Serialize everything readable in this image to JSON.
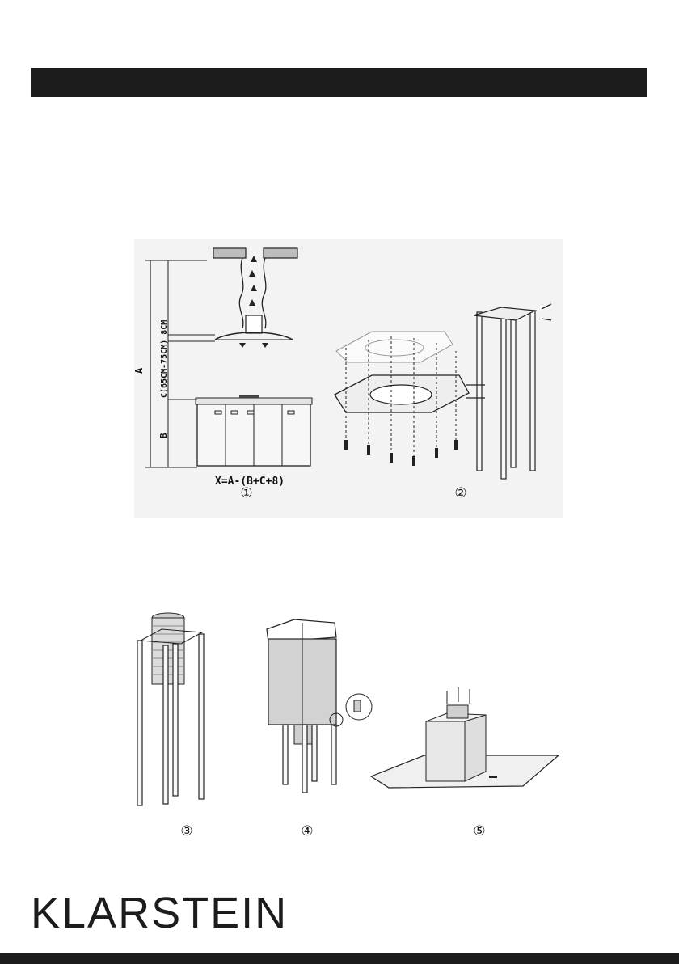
{
  "header": {
    "title": ""
  },
  "figures": {
    "fig1": {
      "formula": "X=A-(B+C+8)",
      "label": "①",
      "dim_a": "A",
      "dim_b": "B",
      "dim_c": "C(65CM-75CM) 8CM"
    },
    "fig2": {
      "label": "②"
    },
    "fig3": {
      "label": "③"
    },
    "fig4": {
      "label": "④"
    },
    "fig5": {
      "label": "⑤"
    }
  },
  "footer": {
    "brand": "KLARSTEIN"
  },
  "colors": {
    "bar": "#1c1c1c",
    "panel": "#f3f3f3",
    "hood_grey": "#d2d2d2"
  }
}
